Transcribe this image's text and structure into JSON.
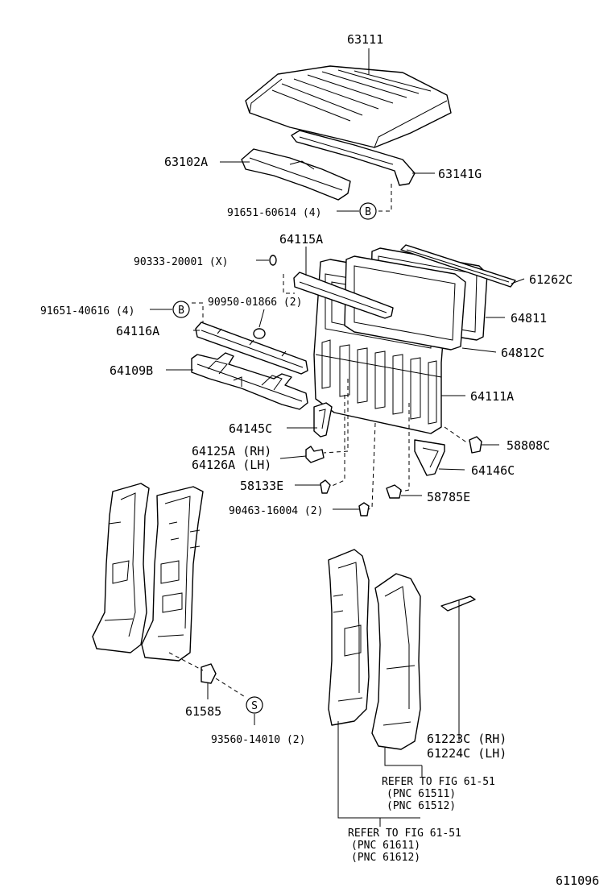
{
  "labels": {
    "p63111": "63111",
    "p63102A": "63102A",
    "p63141G": "63141G",
    "p91651_60614": "91651-60614 (4)",
    "p64115A": "64115A",
    "p90333_20001": "90333-20001 (X)",
    "p61262C": "61262C",
    "p90950_01866": "90950-01866 (2)",
    "p91651_40616": "91651-40616 (4)",
    "p64811": "64811",
    "p64116A": "64116A",
    "p64812C": "64812C",
    "p64109B": "64109B",
    "p64111A": "64111A",
    "p64145C": "64145C",
    "p64125A": "64125A (RH)",
    "p64126A": "64126A (LH)",
    "p58808C": "58808C",
    "p64146C": "64146C",
    "p58133E": "58133E",
    "p58785E": "58785E",
    "p90463_16004": "90463-16004 (2)",
    "p61585": "61585",
    "p93560_14010": "93560-14010 (2)",
    "p61223C": "61223C (RH)",
    "p61224C": "61224C (LH)",
    "ref1_line1": "REFER TO FIG 61-51",
    "ref1_line2": "(PNC 61511)",
    "ref1_line3": "(PNC 61512)",
    "ref2_line1": "REFER TO FIG 61-51",
    "ref2_line2": "(PNC 61611)",
    "ref2_line3": "(PNC 61612)",
    "figure_number": "611096"
  },
  "markers": {
    "b1": "B",
    "b2": "B",
    "s1": "S"
  }
}
